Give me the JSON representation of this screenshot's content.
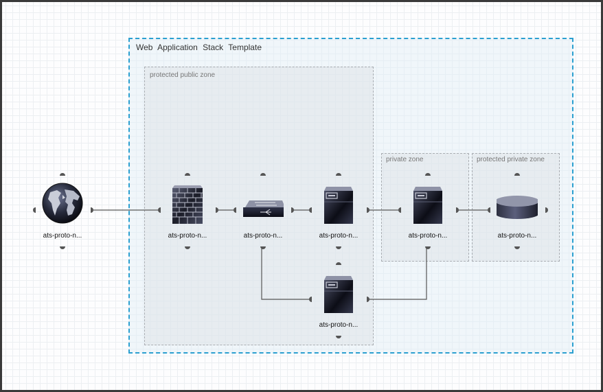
{
  "template": {
    "title": "Web Application Stack Template"
  },
  "zones": [
    {
      "id": "public",
      "label": "protected public zone"
    },
    {
      "id": "private",
      "label": "private zone"
    },
    {
      "id": "protected_private",
      "label": "protected private zone"
    }
  ],
  "nodes": [
    {
      "id": "internet",
      "type": "globe-icon",
      "label": "ats-proto-n..."
    },
    {
      "id": "firewall",
      "type": "firewall-icon",
      "label": "ats-proto-n..."
    },
    {
      "id": "switch",
      "type": "switch-icon",
      "label": "ats-proto-n..."
    },
    {
      "id": "web_server",
      "type": "server-icon",
      "label": "ats-proto-n..."
    },
    {
      "id": "app_server",
      "type": "server-icon",
      "label": "ats-proto-n..."
    },
    {
      "id": "database",
      "type": "database-icon",
      "label": "ats-proto-n..."
    },
    {
      "id": "server_bottom",
      "type": "server-icon",
      "label": "ats-proto-n..."
    }
  ],
  "connections": [
    [
      "internet",
      "firewall"
    ],
    [
      "firewall",
      "switch"
    ],
    [
      "switch",
      "web_server"
    ],
    [
      "web_server",
      "app_server"
    ],
    [
      "app_server",
      "database"
    ],
    [
      "switch",
      "server_bottom"
    ],
    [
      "server_bottom",
      "app_server"
    ]
  ],
  "colors": {
    "template_border": "#2a9fd0",
    "frame_border": "#3a3a3a",
    "wire": "#555555"
  }
}
